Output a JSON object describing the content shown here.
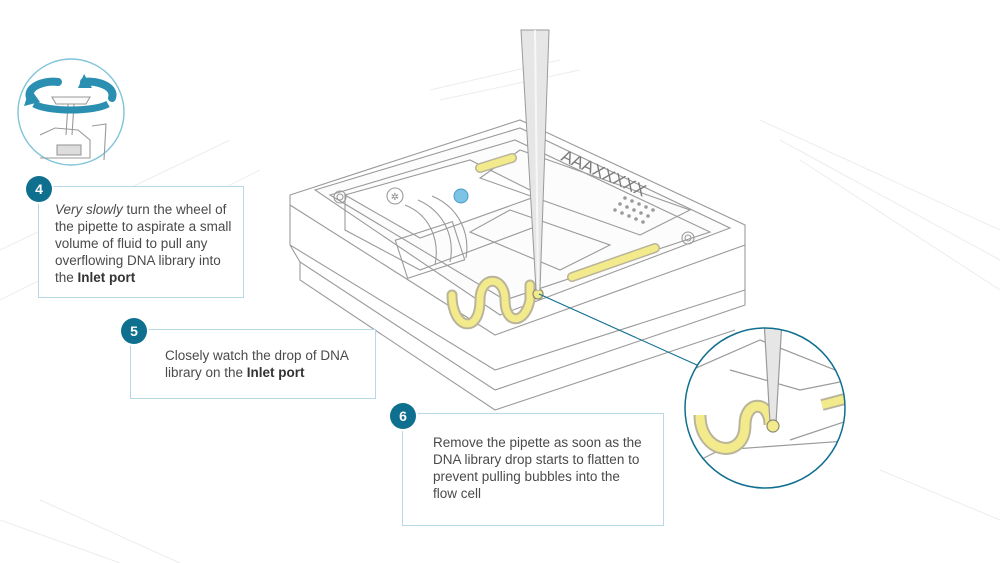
{
  "steps": [
    {
      "number": "4",
      "text_em": "Very slowly",
      "text_main": " turn the wheel of the pipette to aspirate a small volume of fluid to pull any overflowing DNA library into the ",
      "text_bold": "Inlet port",
      "text_end": ""
    },
    {
      "number": "5",
      "text_em": "",
      "text_main": "Closely watch the drop of DNA library on the ",
      "text_bold": "Inlet port",
      "text_end": ""
    },
    {
      "number": "6",
      "text_em": "",
      "text_main": "Remove the pipette as soon as the DNA library drop starts to flatten to prevent pulling bubbles into the flow cell",
      "text_bold": "",
      "text_end": ""
    }
  ],
  "flowcell_label": "AAAXXXXX",
  "colors": {
    "accent": "#0e6f8f",
    "box_border": "#b5d9e6",
    "channel_yellow": "#f3ea8c",
    "line": "#9a9a9a",
    "rotate_arrow": "#2a8fb0"
  },
  "icons": [
    "rotate-wheel-icon",
    "pipette-tip-icon",
    "zoom-circle-icon"
  ]
}
